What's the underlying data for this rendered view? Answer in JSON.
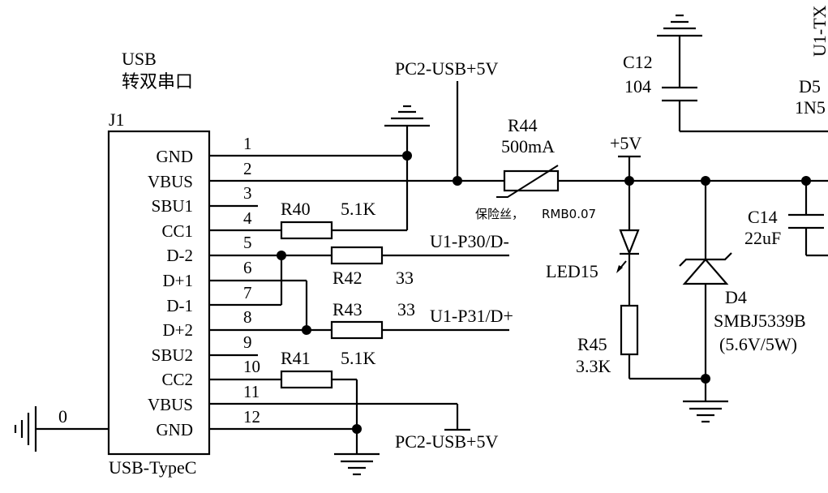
{
  "connector": {
    "title_line1": "USB",
    "title_line2": "转双串口",
    "ref": "J1",
    "part": "USB-TypeC",
    "pins": [
      {
        "num": "1",
        "name": "GND"
      },
      {
        "num": "2",
        "name": "VBUS"
      },
      {
        "num": "3",
        "name": "SBU1"
      },
      {
        "num": "4",
        "name": "CC1"
      },
      {
        "num": "5",
        "name": "D-2"
      },
      {
        "num": "6",
        "name": "D+1"
      },
      {
        "num": "7",
        "name": "D-1"
      },
      {
        "num": "8",
        "name": "D+2"
      },
      {
        "num": "9",
        "name": "SBU2"
      },
      {
        "num": "10",
        "name": "CC2"
      },
      {
        "num": "11",
        "name": "VBUS"
      },
      {
        "num": "12",
        "name": "GND"
      }
    ],
    "shell_net": "0"
  },
  "nets": {
    "pc2_usb_top": "PC2-USB+5V",
    "pc2_usb_bottom": "PC2-USB+5V",
    "u1_p30": "U1-P30/D-",
    "u1_p31": "U1-P31/D+",
    "plus5v": "+5V",
    "u1_tx": "U1-TX"
  },
  "components": {
    "r40": {
      "ref": "R40",
      "value": "5.1K"
    },
    "r41": {
      "ref": "R41",
      "value": "5.1K"
    },
    "r42": {
      "ref": "R42",
      "value": "33"
    },
    "r43": {
      "ref": "R43",
      "value": "33"
    },
    "r44": {
      "ref": "R44",
      "value": "500mA",
      "note_cn": "保险丝，",
      "note_part": "RMB0.07"
    },
    "r45": {
      "ref": "R45",
      "value": "3.3K"
    },
    "c12": {
      "ref": "C12",
      "value": "104"
    },
    "c14": {
      "ref": "C14",
      "value": "22uF"
    },
    "d4": {
      "ref": "D4",
      "part": "SMBJ5339B",
      "rating": "(5.6V/5W)"
    },
    "d5": {
      "ref": "D5",
      "part": "1N5"
    },
    "led15": {
      "ref": "LED15"
    }
  }
}
